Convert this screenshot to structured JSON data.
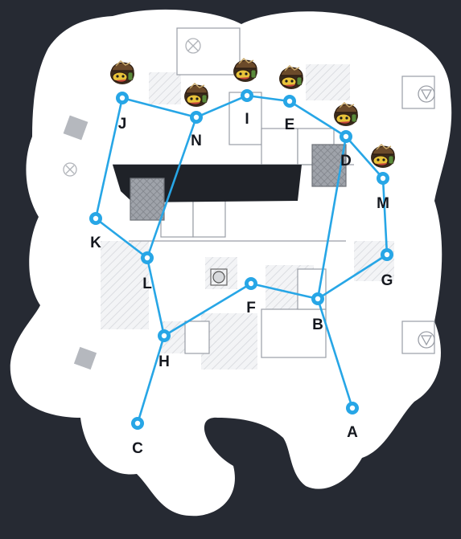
{
  "map": {
    "background_color": "#262a33",
    "floor_color": "#ffffff",
    "route_color": "#27a6e6",
    "label_color": "#15181f"
  },
  "nodes": [
    {
      "id": "A",
      "label": "A",
      "marker": false
    },
    {
      "id": "B",
      "label": "B",
      "marker": false
    },
    {
      "id": "C",
      "label": "C",
      "marker": false
    },
    {
      "id": "D",
      "label": "D",
      "marker": true
    },
    {
      "id": "E",
      "label": "E",
      "marker": true
    },
    {
      "id": "F",
      "label": "F",
      "marker": false
    },
    {
      "id": "G",
      "label": "G",
      "marker": false
    },
    {
      "id": "H",
      "label": "H",
      "marker": false
    },
    {
      "id": "I",
      "label": "I",
      "marker": true
    },
    {
      "id": "J",
      "label": "J",
      "marker": true
    },
    {
      "id": "K",
      "label": "K",
      "marker": false
    },
    {
      "id": "L",
      "label": "L",
      "marker": false
    },
    {
      "id": "M",
      "label": "M",
      "marker": true
    },
    {
      "id": "N",
      "label": "N",
      "marker": true
    }
  ],
  "edges": [
    [
      "J",
      "N"
    ],
    [
      "N",
      "I"
    ],
    [
      "I",
      "E"
    ],
    [
      "E",
      "D"
    ],
    [
      "D",
      "M"
    ],
    [
      "J",
      "K"
    ],
    [
      "K",
      "L"
    ],
    [
      "N",
      "L"
    ],
    [
      "L",
      "H"
    ],
    [
      "H",
      "C"
    ],
    [
      "H",
      "F"
    ],
    [
      "F",
      "B"
    ],
    [
      "B",
      "A"
    ],
    [
      "B",
      "G"
    ],
    [
      "G",
      "M"
    ],
    [
      "D",
      "B"
    ]
  ],
  "marker_icon": "helmeted-creature-icon"
}
